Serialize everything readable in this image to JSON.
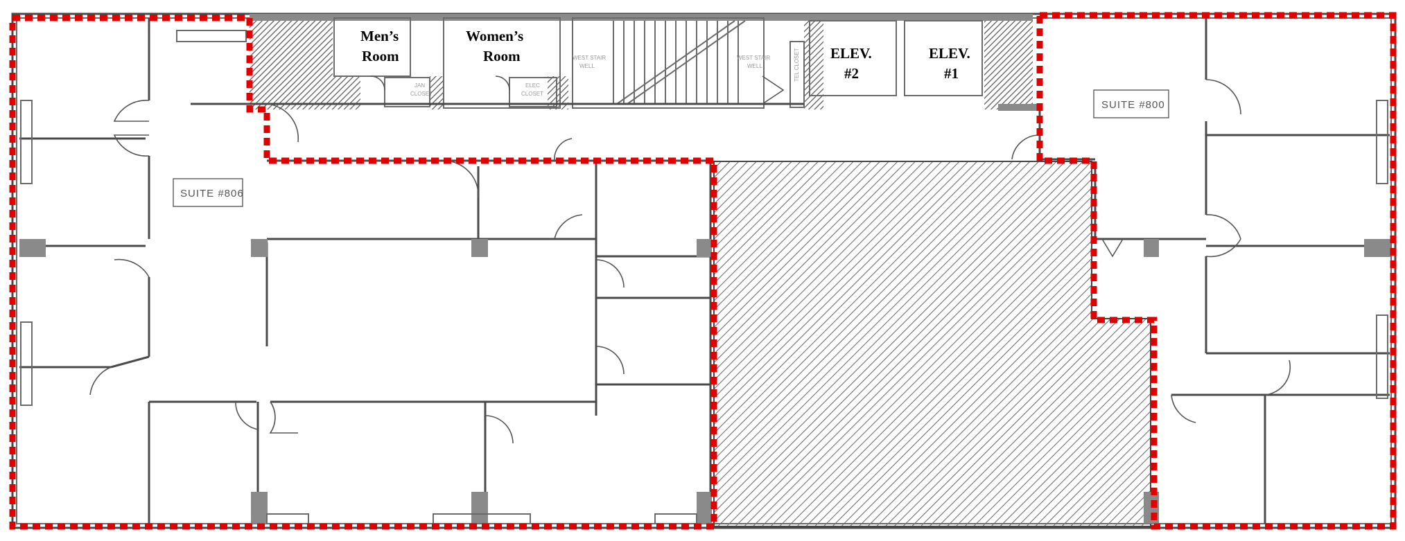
{
  "rooms": {
    "mens_room": [
      "Men’s",
      "Room"
    ],
    "womens_room": [
      "Women’s",
      "Room"
    ],
    "elev_2": [
      "ELEV.",
      "#2"
    ],
    "elev_1": [
      "ELEV.",
      "#1"
    ],
    "jan_closet": [
      "JAN",
      "CLOSET"
    ],
    "elec_closet": [
      "ELEC",
      "CLOSET"
    ],
    "west_stair": [
      "WEST STAIR",
      "WELL"
    ],
    "east_stair": [
      "WEST STAIR",
      "WELL"
    ],
    "tel_closet": "TEL CLOSET"
  },
  "suites": {
    "left": "SUITE #806",
    "right": "SUITE #800"
  },
  "colors": {
    "highlight": "#e00000",
    "wall": "#4a4a4a",
    "hatch": "#6f6f6f"
  }
}
